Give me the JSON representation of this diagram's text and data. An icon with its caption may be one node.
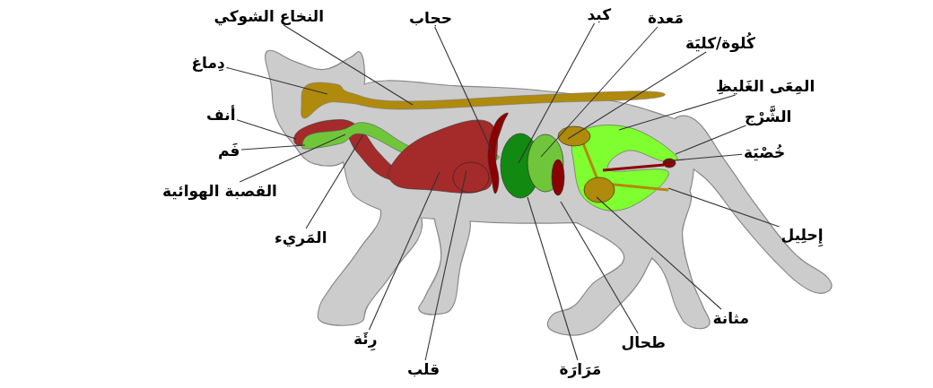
{
  "diagram": {
    "nodes": [
      {
        "text": [
          "النخاع الشوكي"
        ]
      },
      {
        "text": [
          "دِماغ"
        ]
      },
      {
        "text": [
          "أنف"
        ]
      },
      {
        "text": [
          "فَم"
        ]
      },
      {
        "text": [
          "القصبة الهوائية"
        ]
      },
      {
        "text": [
          "المَريء"
        ]
      },
      {
        "text": [
          "حجاب"
        ]
      },
      {
        "text": [
          "كبد"
        ]
      },
      {
        "text": [
          "مَعدة"
        ]
      },
      {
        "text": [
          "كُلوة/كليَة"
        ]
      },
      {
        "text": [
          "المِعَى الغَليظِ"
        ]
      },
      {
        "text": [
          "الشَّرْج"
        ]
      },
      {
        "text": [
          "خُصْيَة"
        ]
      },
      {
        "text": [
          "إِحلِيل"
        ]
      },
      {
        "text": [
          "مثانة"
        ]
      },
      {
        "text": [
          "طحال"
        ]
      },
      {
        "text": [
          "مَرَارَة"
        ]
      },
      {
        "text": [
          "قلب"
        ]
      },
      {
        "text": [
          "رِئَة"
        ]
      }
    ],
    "edges": [
      {
        "from": 0,
        "to": null,
        "arrow": "none"
      },
      {
        "from": 1,
        "to": null,
        "arrow": "none"
      },
      {
        "from": 2,
        "to": null,
        "arrow": "none"
      },
      {
        "from": 3,
        "to": null,
        "arrow": "none"
      },
      {
        "from": 4,
        "to": null,
        "arrow": "none"
      },
      {
        "from": 5,
        "to": null,
        "arrow": "none"
      },
      {
        "from": 6,
        "to": null,
        "arrow": "none"
      },
      {
        "from": 7,
        "to": null,
        "arrow": "none"
      },
      {
        "from": 8,
        "to": null,
        "arrow": "none"
      },
      {
        "from": 9,
        "to": null,
        "arrow": "none"
      },
      {
        "from": 10,
        "to": null,
        "arrow": "none"
      },
      {
        "from": 11,
        "to": null,
        "arrow": "none"
      },
      {
        "from": 12,
        "to": null,
        "arrow": "none"
      },
      {
        "from": 13,
        "to": null,
        "arrow": "none"
      },
      {
        "from": 14,
        "to": null,
        "arrow": "none"
      },
      {
        "from": 15,
        "to": null,
        "arrow": "none"
      },
      {
        "from": 16,
        "to": null,
        "arrow": "none"
      },
      {
        "from": 17,
        "to": null,
        "arrow": "none"
      },
      {
        "from": 18,
        "to": null,
        "arrow": "none"
      }
    ]
  }
}
